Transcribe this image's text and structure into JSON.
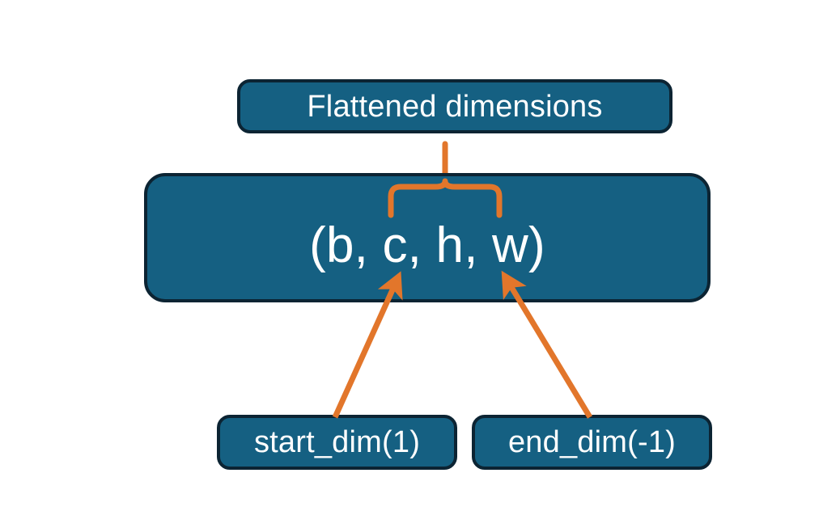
{
  "diagram": {
    "title_node": {
      "label": "Flattened dimensions",
      "name": "flattened-dimensions-box"
    },
    "shape_node": {
      "label": "(b, c, h, w)",
      "name": "tensor-shape-box",
      "dims": [
        "b",
        "c",
        "h",
        "w"
      ]
    },
    "start_node": {
      "label": "start_dim(1)",
      "name": "start-dim-box"
    },
    "end_node": {
      "label": "end_dim(-1)",
      "name": "end-dim-box"
    },
    "annotations": {
      "brace_label": "brace-spanning-c-to-w",
      "start_arrow_label": "arrow-start-dim-to-c",
      "end_arrow_label": "arrow-end-dim-to-w"
    },
    "colors": {
      "box_fill": "#156082",
      "box_border": "#0c2433",
      "box_text": "#ffffff",
      "accent_orange": "#E2762B",
      "background": "#ffffff"
    }
  }
}
